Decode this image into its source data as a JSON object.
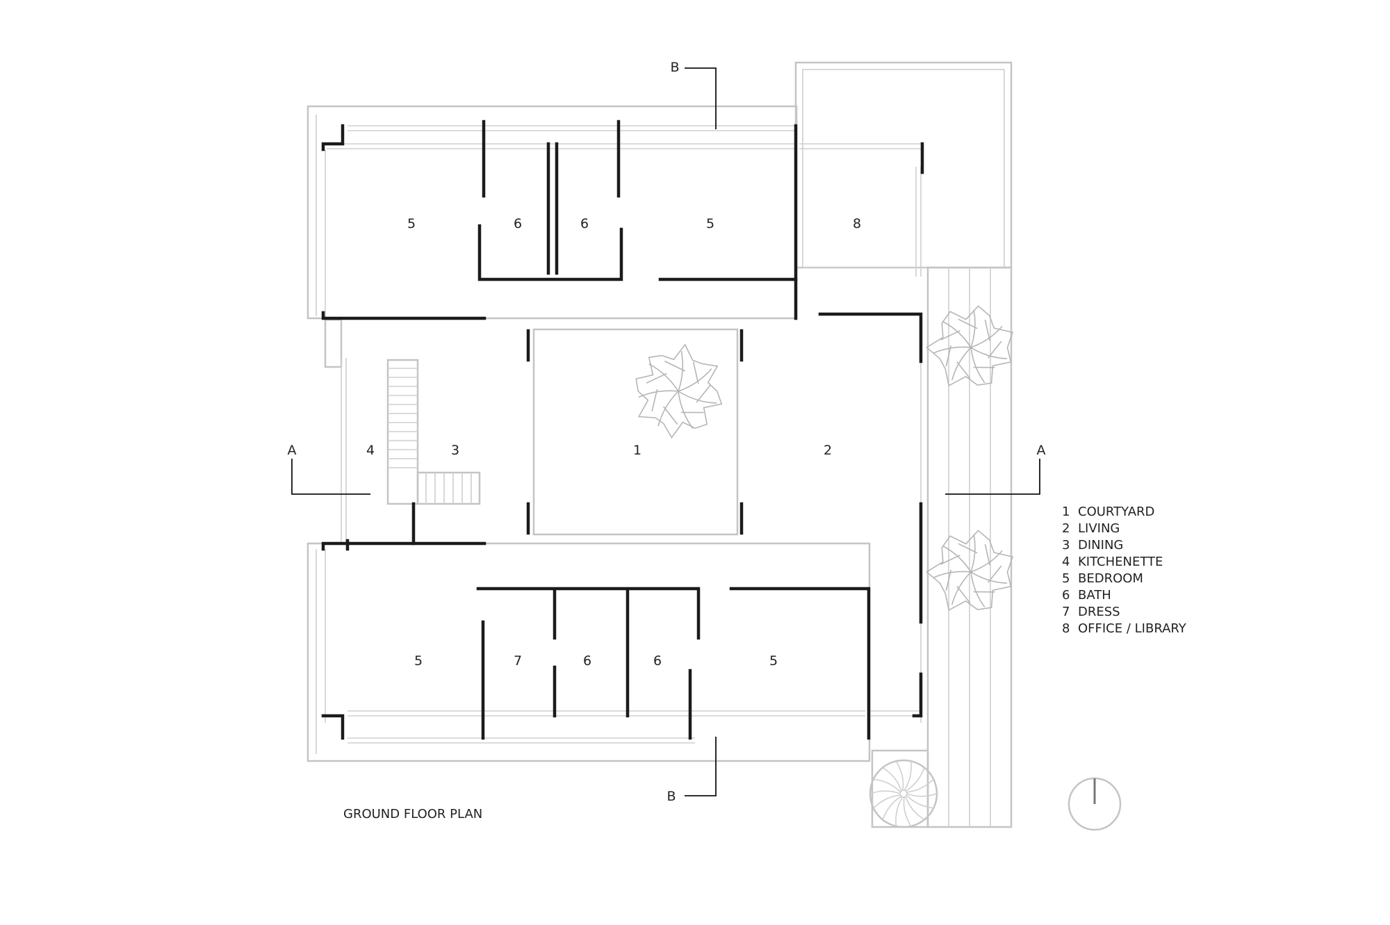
{
  "title": "GROUND FLOOR PLAN",
  "rooms": [
    {
      "num": "1"
    },
    {
      "num": "2"
    },
    {
      "num": "3"
    },
    {
      "num": "4"
    },
    {
      "num": "5"
    },
    {
      "num": "5"
    },
    {
      "num": "5"
    },
    {
      "num": "5"
    },
    {
      "num": "6"
    },
    {
      "num": "6"
    },
    {
      "num": "6"
    },
    {
      "num": "6"
    },
    {
      "num": "7"
    },
    {
      "num": "8"
    }
  ],
  "section_marks": {
    "a": "A",
    "b": "B"
  },
  "legend": [
    {
      "num": "1",
      "name": "COURTYARD"
    },
    {
      "num": "2",
      "name": "LIVING"
    },
    {
      "num": "3",
      "name": "DINING"
    },
    {
      "num": "4",
      "name": "KITCHENETTE"
    },
    {
      "num": "5",
      "name": "BEDROOM"
    },
    {
      "num": "6",
      "name": "BATH"
    },
    {
      "num": "7",
      "name": "DRESS"
    },
    {
      "num": "8",
      "name": "OFFICE / LIBRARY"
    }
  ],
  "colors": {
    "background": "#ffffff",
    "walls": "#1b1b1b",
    "outlines": "#c4c4c4",
    "text": "#222222"
  },
  "icons": [
    "tree-icon",
    "spiral-stair-icon",
    "north-arrow-icon"
  ]
}
